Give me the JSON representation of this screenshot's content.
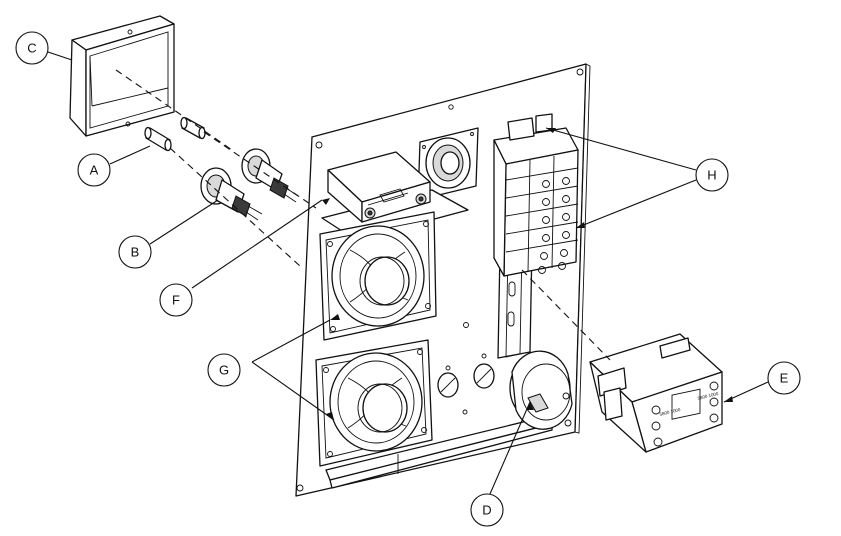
{
  "callouts": {
    "A": "A",
    "B": "B",
    "C": "C",
    "D": "D",
    "E": "E",
    "F": "F",
    "G": "G",
    "H": "H"
  },
  "contactor_marking": "5800 1000"
}
